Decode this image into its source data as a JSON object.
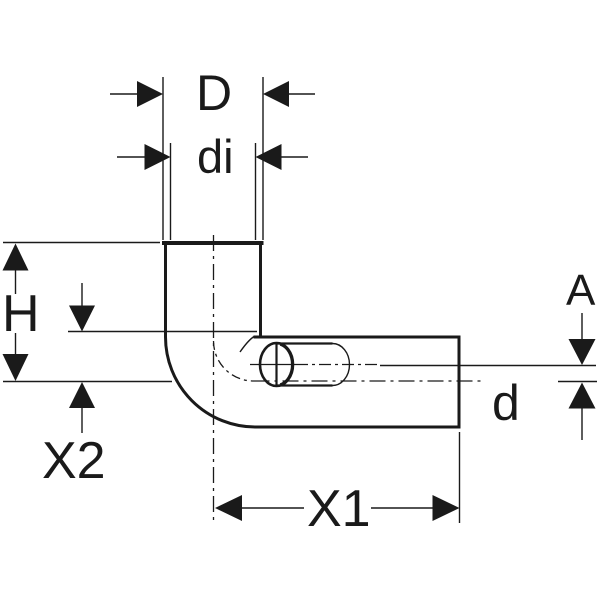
{
  "diagram": {
    "type": "technical-drawing",
    "subject": "90-degree pipe elbow fitting with eccentric socket, dimensioned",
    "colors": {
      "line": "#1a1a1a",
      "background": "#ffffff"
    },
    "dimension_labels": {
      "socket_outer_diameter": "D",
      "socket_inner_diameter": "di",
      "height": "H",
      "offset_x2": "X2",
      "length_x1": "X1",
      "axis_offset": "A",
      "outlet_diameter": "d"
    }
  }
}
